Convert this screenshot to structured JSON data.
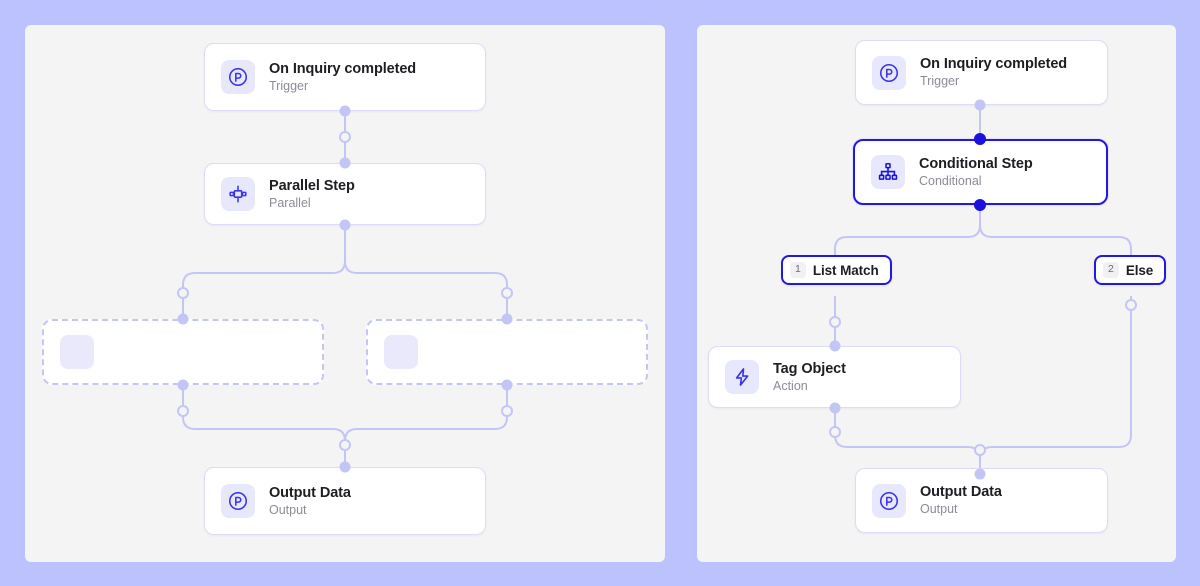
{
  "theme": {
    "page_background": "#bcc2fd",
    "panel_background": "#f4f4f4",
    "card_background": "#ffffff",
    "card_border": "#dcdcf7",
    "accent": "#2018e6",
    "connector": "#c3c6f5",
    "icon_tile": "#e8e8fc",
    "title_color": "#1d1d22",
    "subtitle_color": "#8c8c96"
  },
  "left_panel": {
    "name": "parallel-workflow-diagram",
    "nodes": [
      {
        "id": "trigger",
        "title": "On Inquiry completed",
        "subtitle": "Trigger",
        "icon": "process-p-circle-icon"
      },
      {
        "id": "parallel",
        "title": "Parallel Step",
        "subtitle": "Parallel",
        "icon": "parallel-split-icon"
      },
      {
        "id": "branch-1",
        "title": "",
        "subtitle": "",
        "icon": "empty-placeholder-icon"
      },
      {
        "id": "branch-2",
        "title": "",
        "subtitle": "",
        "icon": "empty-placeholder-icon"
      },
      {
        "id": "output",
        "title": "Output Data",
        "subtitle": "Output",
        "icon": "process-p-circle-icon"
      }
    ]
  },
  "right_panel": {
    "name": "conditional-workflow-diagram",
    "nodes": [
      {
        "id": "trigger",
        "title": "On Inquiry completed",
        "subtitle": "Trigger",
        "icon": "process-p-circle-icon",
        "selected": false
      },
      {
        "id": "conditional",
        "title": "Conditional Step",
        "subtitle": "Conditional",
        "icon": "hierarchy-icon",
        "selected": true
      },
      {
        "id": "tag-object",
        "title": "Tag Object",
        "subtitle": "Action",
        "icon": "lightning-bolt-icon",
        "selected": false
      },
      {
        "id": "output",
        "title": "Output Data",
        "subtitle": "Output",
        "icon": "process-p-circle-icon",
        "selected": false
      }
    ],
    "branches": [
      {
        "id": "branch-list-match",
        "number": "1",
        "label": "List Match"
      },
      {
        "id": "branch-else",
        "number": "2",
        "label": "Else"
      }
    ]
  }
}
